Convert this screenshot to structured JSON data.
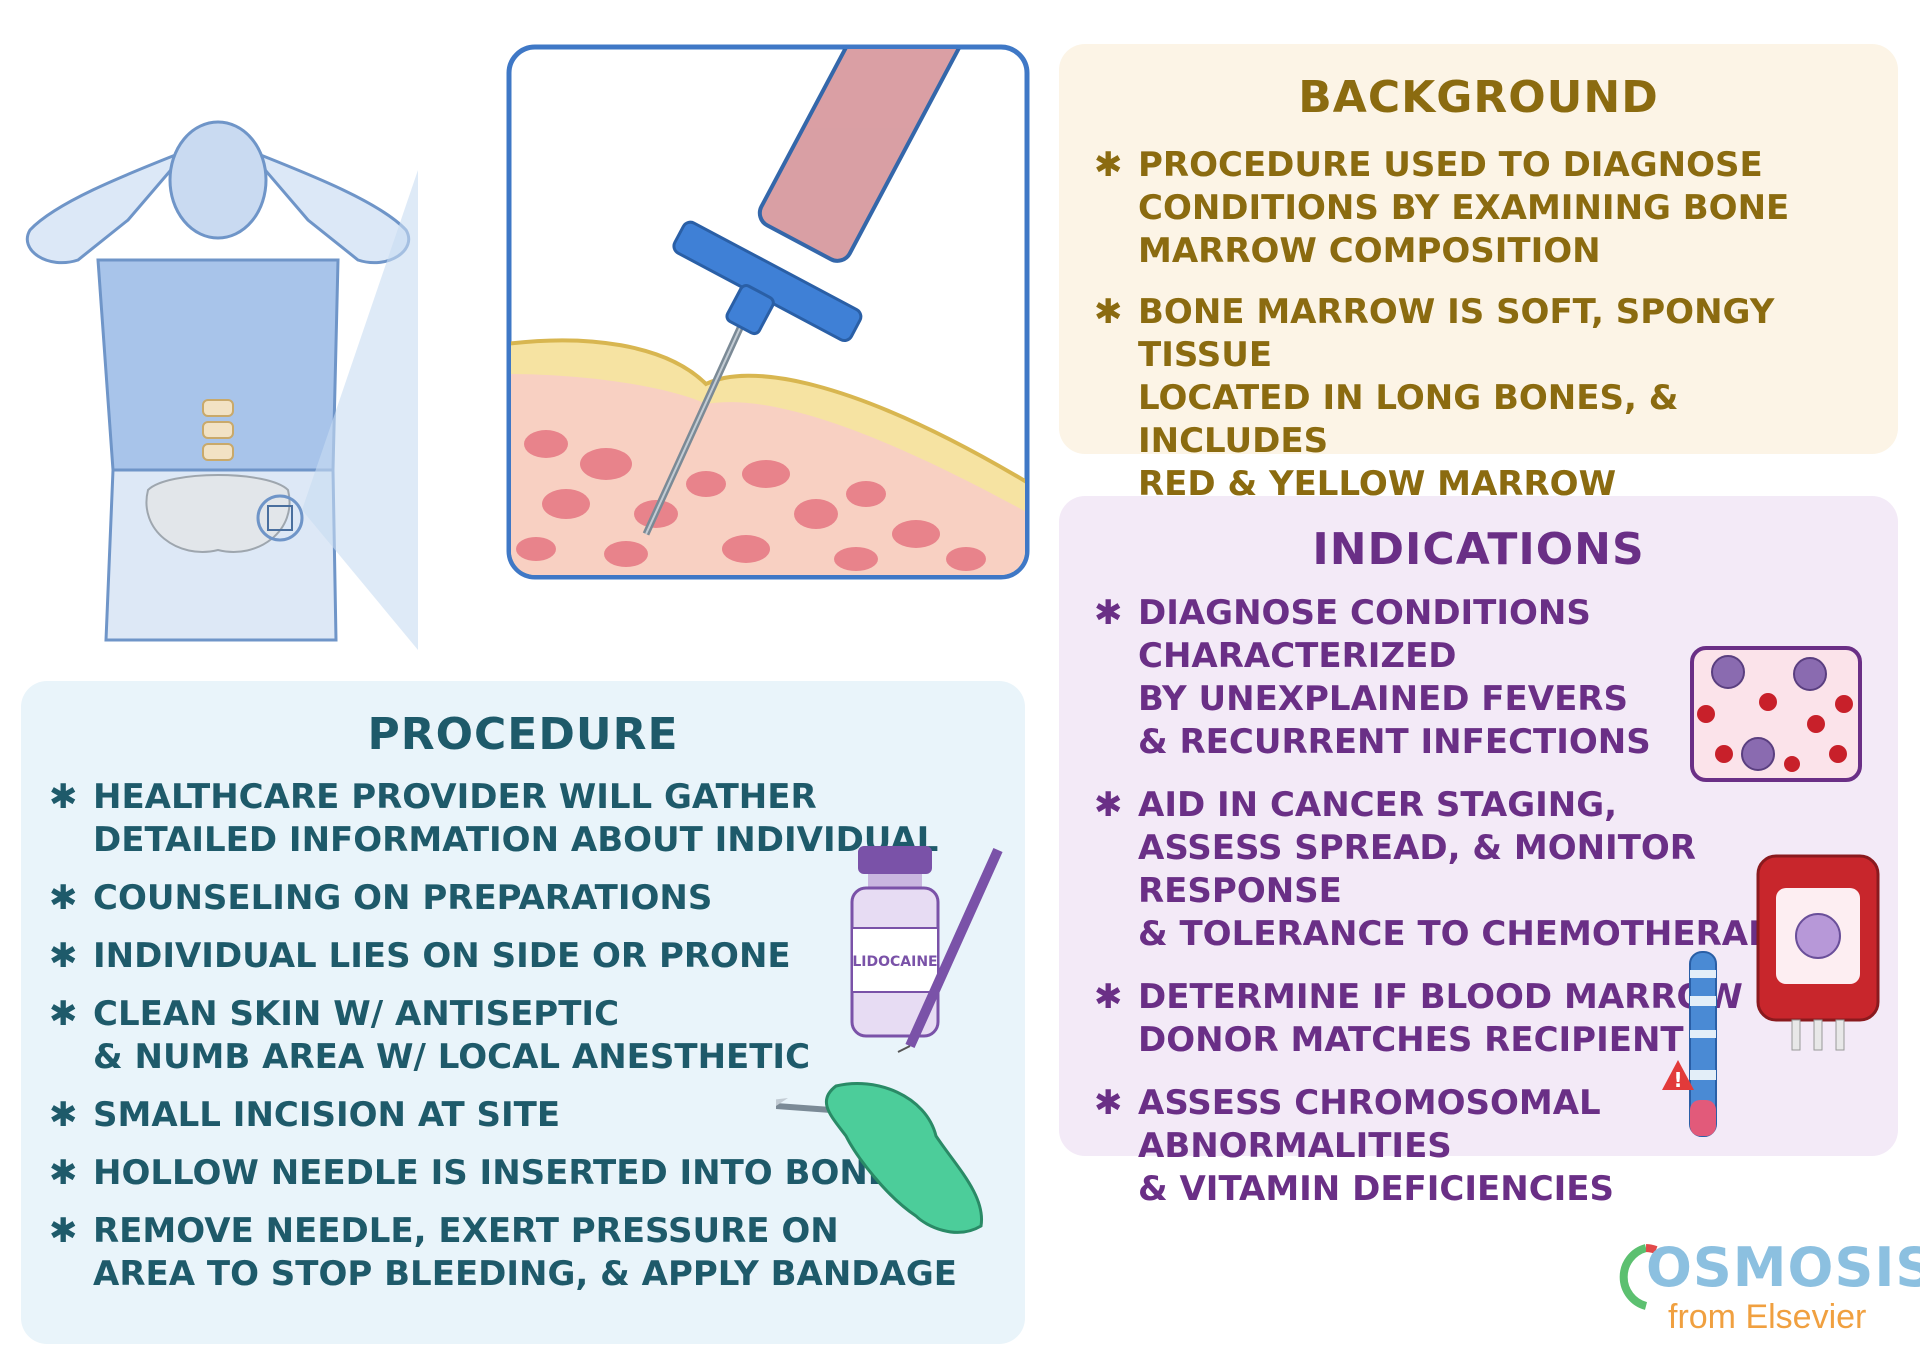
{
  "background": {
    "title": "BACKGROUND",
    "items": [
      "PROCEDURE USED to DIAGNOSE\nCONDITIONS by EXAMINING BONE\nMARROW COMPOSITION",
      "BONE MARROW is SOFT, SPONGY TISSUE\nLOCATED in LONG BONES, & INCLUDES\nRED & YELLOW MARROW"
    ]
  },
  "indications": {
    "title": "INDICATIONS",
    "items": [
      "DIAGNOSE CONDITIONS CHARACTERIZED\nby UNEXPLAINED FEVERS\n& RECURRENT INFECTIONS",
      "AID in CANCER STAGING,\nASSESS SPREAD, & MONITOR RESPONSE\n& TOLERANCE to CHEMOTHERAPY",
      "DETERMINE if BLOOD MARROW\nDONOR MATCHES RECIPIENT",
      "ASSESS CHROMOSOMAL\nABNORMALITIES\n& VITAMIN DEFICIENCIES"
    ]
  },
  "procedure": {
    "title": "PROCEDURE",
    "items": [
      "HEALTHCARE PROVIDER will GATHER\nDETAILED INFORMATION about INDIVIDUAL",
      "COUNSELING on PREPARATIONS",
      "INDIVIDUAL LIES on SIDE or PRONE",
      "CLEAN SKIN w/ ANTISEPTIC\n& NUMB AREA w/ LOCAL ANESTHETIC",
      "SMALL INCISION at SITE",
      "HOLLOW NEEDLE is INSERTED into BONE",
      "REMOVE NEEDLE, EXERT PRESSURE on\nAREA to STOP BLEEDING, & APPLY BANDAGE"
    ]
  },
  "vial_label": "LIDOCAINE",
  "logo": {
    "word": "OSMOSIS",
    "sub": "from Elsevier"
  },
  "bullet_symbol": "✱",
  "colors": {
    "background_text": "#8b6b10",
    "indications_text": "#6a2f86",
    "procedure_text": "#1e5a6a",
    "background_panel": "#fcf4e6",
    "indications_panel": "#f3eaf7",
    "procedure_panel": "#e9f4fa"
  }
}
